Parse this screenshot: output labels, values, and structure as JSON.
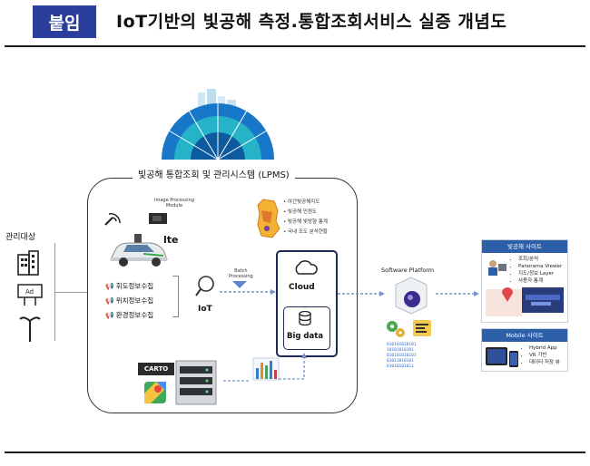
{
  "header": {
    "badge": "붙임",
    "title": "IoT기반의 빛공해 측정.통합조회서비스 실증 개념도"
  },
  "left": {
    "management_label": "관리대상"
  },
  "system": {
    "title": "빛공해 통합조회 및 관리시스템 (LPMS)",
    "image_module": [
      "Image Processing",
      "Module"
    ],
    "lte": "lte",
    "collect_items": [
      "휘도정보수집",
      "위치정보수집",
      "환경정보수집"
    ],
    "iot_label": "IoT",
    "batch": [
      "Batch",
      "Processing"
    ],
    "cloud_label": "Cloud",
    "bigdata_label": "Big data",
    "map_legend": [
      "야간빛공해지도",
      "빛공해 민원도",
      "빛공해 빛방향 통계",
      "국내 조도 분석현황"
    ],
    "carto": "CARTO"
  },
  "platform": {
    "label": "Software Platform",
    "binary_lines": [
      "010101010101",
      "10101010101",
      "010101010101",
      "01011010101",
      "01010101011"
    ]
  },
  "web_panel": {
    "title": "빛공해 사이트",
    "items": [
      "조회/분석",
      "Panorama Viewer",
      "지도/정보 Layer",
      "사용자 통계"
    ]
  },
  "mobile_panel": {
    "title": "Mobile 사이트",
    "items": [
      "Hybrid App",
      "VR 기반",
      "데이터 저장 뷰"
    ]
  },
  "colors": {
    "badge": "#2a3f9b",
    "arrow": "#7a93c8",
    "panel_head": "#2d5fa8",
    "cloud_border": "#1e2a56"
  }
}
